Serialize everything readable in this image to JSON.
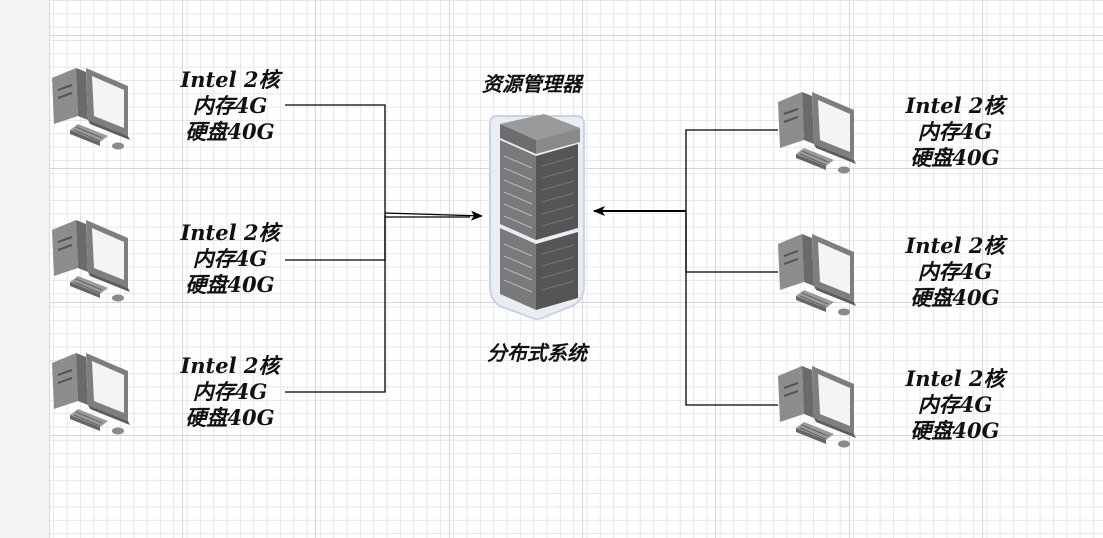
{
  "manager_label": "资源管理器",
  "system_label": "分布式系统",
  "nodes": [
    {
      "cpu": "Intel 2核",
      "mem": "内存4G",
      "disk": "硬盘40G"
    },
    {
      "cpu": "Intel 2核",
      "mem": "内存4G",
      "disk": "硬盘40G"
    },
    {
      "cpu": "Intel 2核",
      "mem": "内存4G",
      "disk": "硬盘40G"
    },
    {
      "cpu": "Intel 2核",
      "mem": "内存4G",
      "disk": "硬盘40G"
    },
    {
      "cpu": "Intel 2核",
      "mem": "内存4G",
      "disk": "硬盘40G"
    },
    {
      "cpu": "Intel 2核",
      "mem": "内存4G",
      "disk": "硬盘40G"
    }
  ]
}
